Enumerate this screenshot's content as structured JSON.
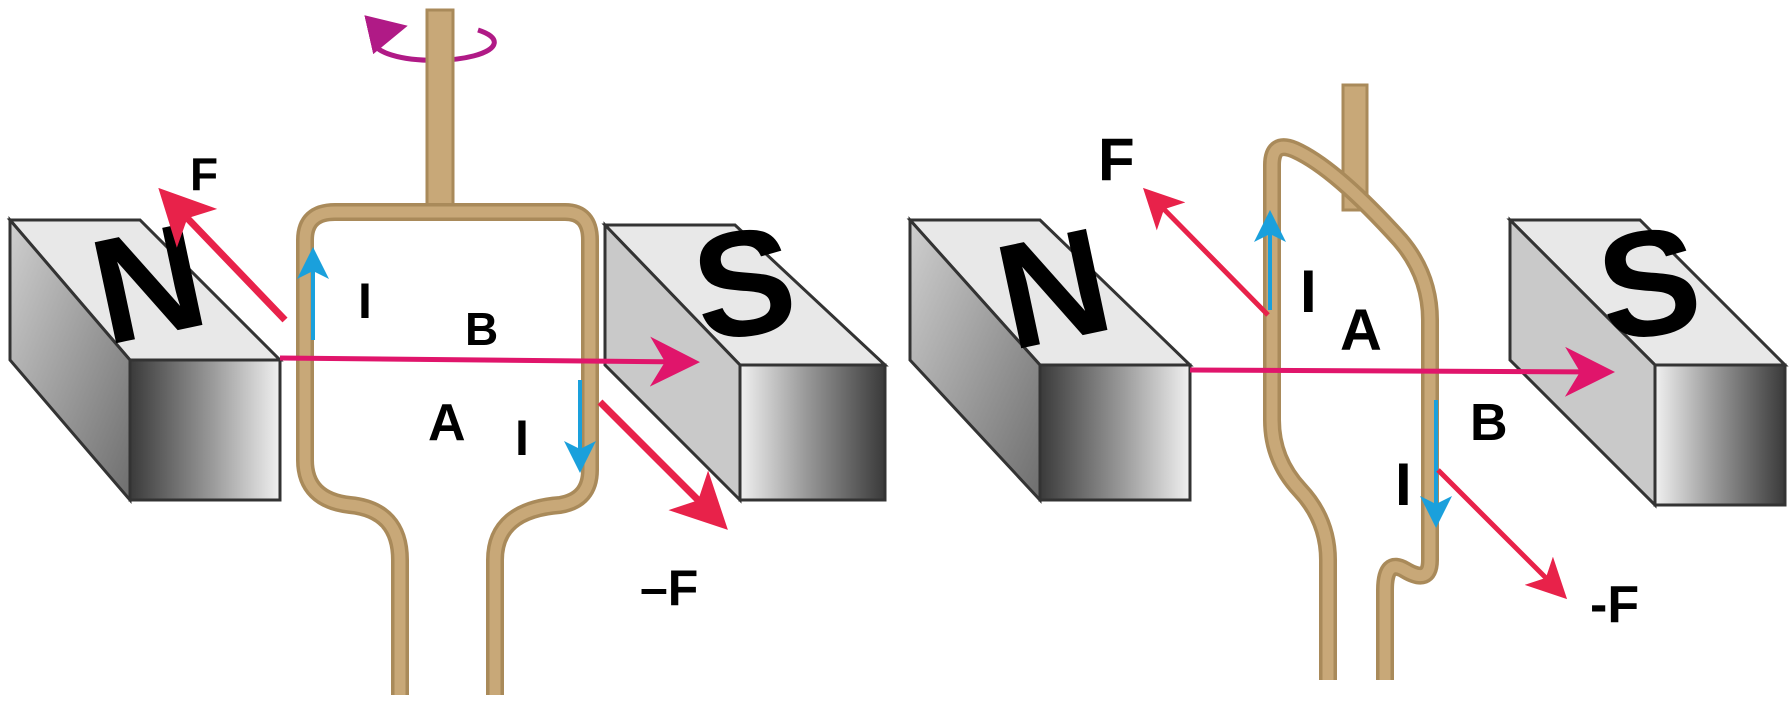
{
  "colors": {
    "wire": "#c8a878",
    "wire_dark": "#a98a5a",
    "wire_fill": "#ffffff",
    "field_arrow": "#e0156b",
    "force_arrow": "#e8224a",
    "current_arrow": "#1aa0dc",
    "magnet_face": "#e6e6e6",
    "magnet_side": "#8a8a8a",
    "rotation": "#b01a86"
  },
  "magnets": {
    "left_n": "N",
    "left_s": "S",
    "right_n": "N",
    "right_s": "S"
  },
  "left": {
    "force_top": "F",
    "force_bottom": "–F",
    "current_top": "I",
    "current_bottom": "I",
    "field": "B",
    "area": "A"
  },
  "right": {
    "force_top": "F",
    "force_bottom": "-F",
    "current_top": "I",
    "current_bottom": "I",
    "field": "B",
    "area": "A"
  }
}
